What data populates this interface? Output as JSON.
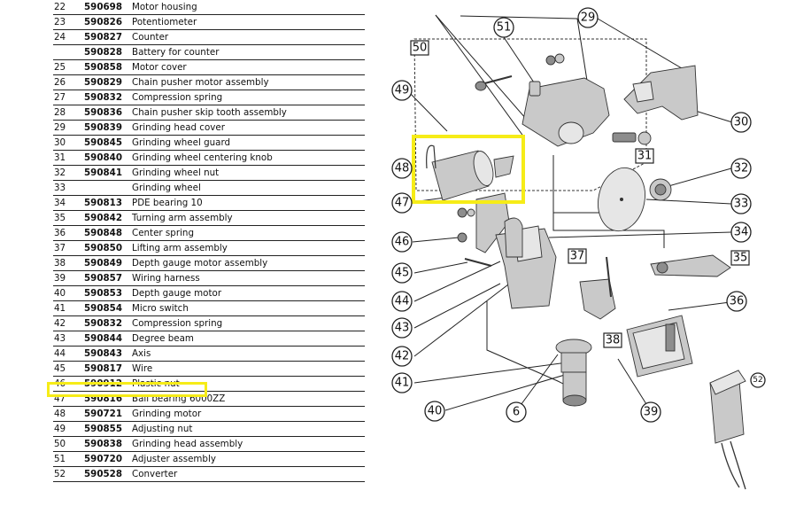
{
  "parts": [
    {
      "num": "22",
      "code": "590698",
      "name": "Motor housing"
    },
    {
      "num": "23",
      "code": "590826",
      "name": "Potentiometer"
    },
    {
      "num": "24",
      "code": "590827",
      "name": "Counter"
    },
    {
      "num": "",
      "code": "590828",
      "name": "Battery for counter"
    },
    {
      "num": "25",
      "code": "590858",
      "name": "Motor cover"
    },
    {
      "num": "26",
      "code": "590829",
      "name": "Chain pusher motor assembly"
    },
    {
      "num": "27",
      "code": "590832",
      "name": "Compression spring"
    },
    {
      "num": "28",
      "code": "590836",
      "name": "Chain pusher skip tooth assembly"
    },
    {
      "num": "29",
      "code": "590839",
      "name": "Grinding head cover"
    },
    {
      "num": "30",
      "code": "590845",
      "name": "Grinding wheel guard"
    },
    {
      "num": "31",
      "code": "590840",
      "name": "Grinding wheel centering knob"
    },
    {
      "num": "32",
      "code": "590841",
      "name": "Grinding wheel nut"
    },
    {
      "num": "33",
      "code": "",
      "name": "Grinding wheel"
    },
    {
      "num": "34",
      "code": "590813",
      "name": "PDE bearing 10"
    },
    {
      "num": "35",
      "code": "590842",
      "name": "Turning arm assembly"
    },
    {
      "num": "36",
      "code": "590848",
      "name": "Center spring"
    },
    {
      "num": "37",
      "code": "590850",
      "name": "Lifting arm assembly"
    },
    {
      "num": "38",
      "code": "590849",
      "name": "Depth gauge motor assembly"
    },
    {
      "num": "39",
      "code": "590857",
      "name": "Wiring harness"
    },
    {
      "num": "40",
      "code": "590853",
      "name": "Depth gauge motor"
    },
    {
      "num": "41",
      "code": "590854",
      "name": "Micro switch"
    },
    {
      "num": "42",
      "code": "590832",
      "name": "Compression spring"
    },
    {
      "num": "43",
      "code": "590844",
      "name": "Degree beam"
    },
    {
      "num": "44",
      "code": "590843",
      "name": "Axis"
    },
    {
      "num": "45",
      "code": "590817",
      "name": "Wire"
    },
    {
      "num": "46",
      "code": "590912",
      "name": "Plastic nut"
    },
    {
      "num": "47",
      "code": "590816",
      "name": "Ball bearing 6000ZZ"
    },
    {
      "num": "48",
      "code": "590721",
      "name": "Grinding motor"
    },
    {
      "num": "49",
      "code": "590855",
      "name": "Adjusting nut"
    },
    {
      "num": "50",
      "code": "590838",
      "name": "Grinding head assembly"
    },
    {
      "num": "51",
      "code": "590720",
      "name": "Adjuster assembly"
    },
    {
      "num": "52",
      "code": "590528",
      "name": "Converter"
    }
  ],
  "callouts": {
    "c29": "29",
    "c51": "51",
    "c49": "49",
    "c30": "30",
    "c48": "48",
    "c32": "32",
    "c33": "33",
    "c47": "47",
    "c46": "46",
    "c34": "34",
    "c45": "45",
    "c36": "36",
    "c44": "44",
    "c43": "43",
    "c42": "42",
    "c41": "41",
    "c40": "40",
    "c6": "6",
    "c39": "39",
    "c52": "52"
  },
  "boxes": {
    "b50": "50",
    "b31": "31",
    "b37": "37",
    "b35": "35",
    "b38": "38"
  },
  "colors": {
    "highlight": "#f6ec17"
  }
}
